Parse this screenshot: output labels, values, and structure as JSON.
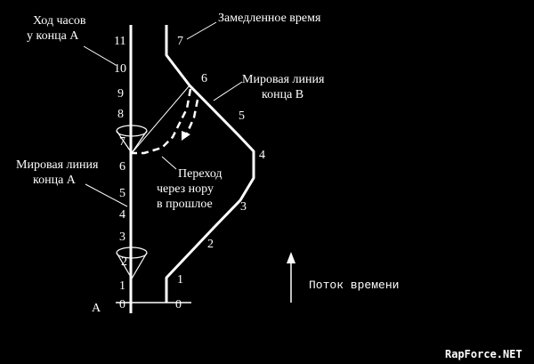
{
  "labels": {
    "clock_a": [
      "Ход часов",
      "у конца А"
    ],
    "slowed_time": "Замедленное время",
    "worldline_b": [
      "Мировая линия",
      "конца В"
    ],
    "worldline_a": [
      "Мировая линия",
      "конца А"
    ],
    "transition": [
      "Переход",
      "через нору",
      "в прошлое"
    ],
    "time_flow": "Поток времени",
    "point_a": "А",
    "watermark": "RapForce.NET"
  },
  "ticks_a": [
    "0",
    "1",
    "2",
    "3",
    "4",
    "5",
    "6",
    "7",
    "8",
    "9",
    "10",
    "11"
  ],
  "ticks_b": [
    "0",
    "1",
    "2",
    "3",
    "4",
    "5",
    "6",
    "7"
  ],
  "colors": {
    "background": "#000000",
    "foreground": "#ffffff"
  }
}
